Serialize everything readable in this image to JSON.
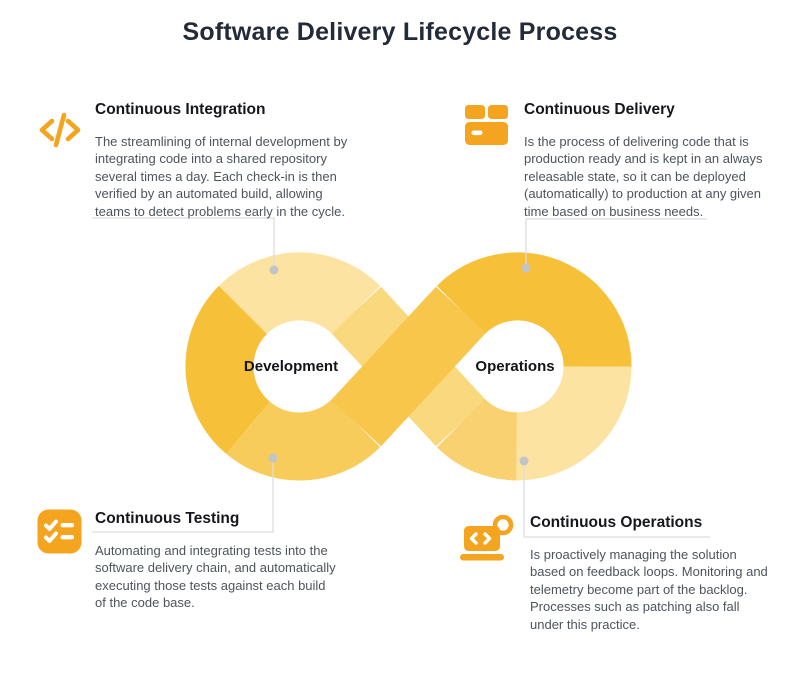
{
  "title": "Software Delivery Lifecycle Process",
  "loop": {
    "left_label": "Development",
    "right_label": "Operations"
  },
  "sections": [
    {
      "id": "continuous-integration",
      "icon": "code-icon",
      "title": "Continuous Integration",
      "description": "The streamlining of internal development by\nintegrating code into a shared repository\nseveral times a day. Each check-in is then\nverified by an automated build, allowing\nteams to detect problems early in the cycle."
    },
    {
      "id": "continuous-delivery",
      "icon": "package-icon",
      "title": "Continuous Delivery",
      "description": "Is the process of delivering code that is\nproduction ready and is kept in an always\nreleasable state, so it can be deployed\n(automatically) to production at any given\ntime based on business needs."
    },
    {
      "id": "continuous-testing",
      "icon": "checklist-icon",
      "title": "Continuous Testing",
      "description": "Automating and integrating tests into the\nsoftware delivery chain, and automatically\nexecuting those tests against each build\nof the code base."
    },
    {
      "id": "continuous-operations",
      "icon": "laptop-search-icon",
      "title": "Continuous Operations",
      "description": "Is proactively managing the solution\nbased on feedback loops. Monitoring and\ntelemetry become part of the backlog.\nProcesses such as patching also fall\nunder this practice."
    }
  ],
  "colors": {
    "accent-orange": "#F5A41F",
    "loop-dark": "#F7C039",
    "loop-over": "#F7C64A",
    "loop-medium": "#F8CC5B",
    "loop-under": "#FAD87E",
    "loop-medium2": "#F9D170",
    "loop-cream": "#FCE3A2",
    "title-color": "#242B38",
    "heading-color": "#15171C",
    "body-color": "#4D545C",
    "connector-color": "#DBDDDF",
    "dot-color": "#C2C5C8"
  }
}
